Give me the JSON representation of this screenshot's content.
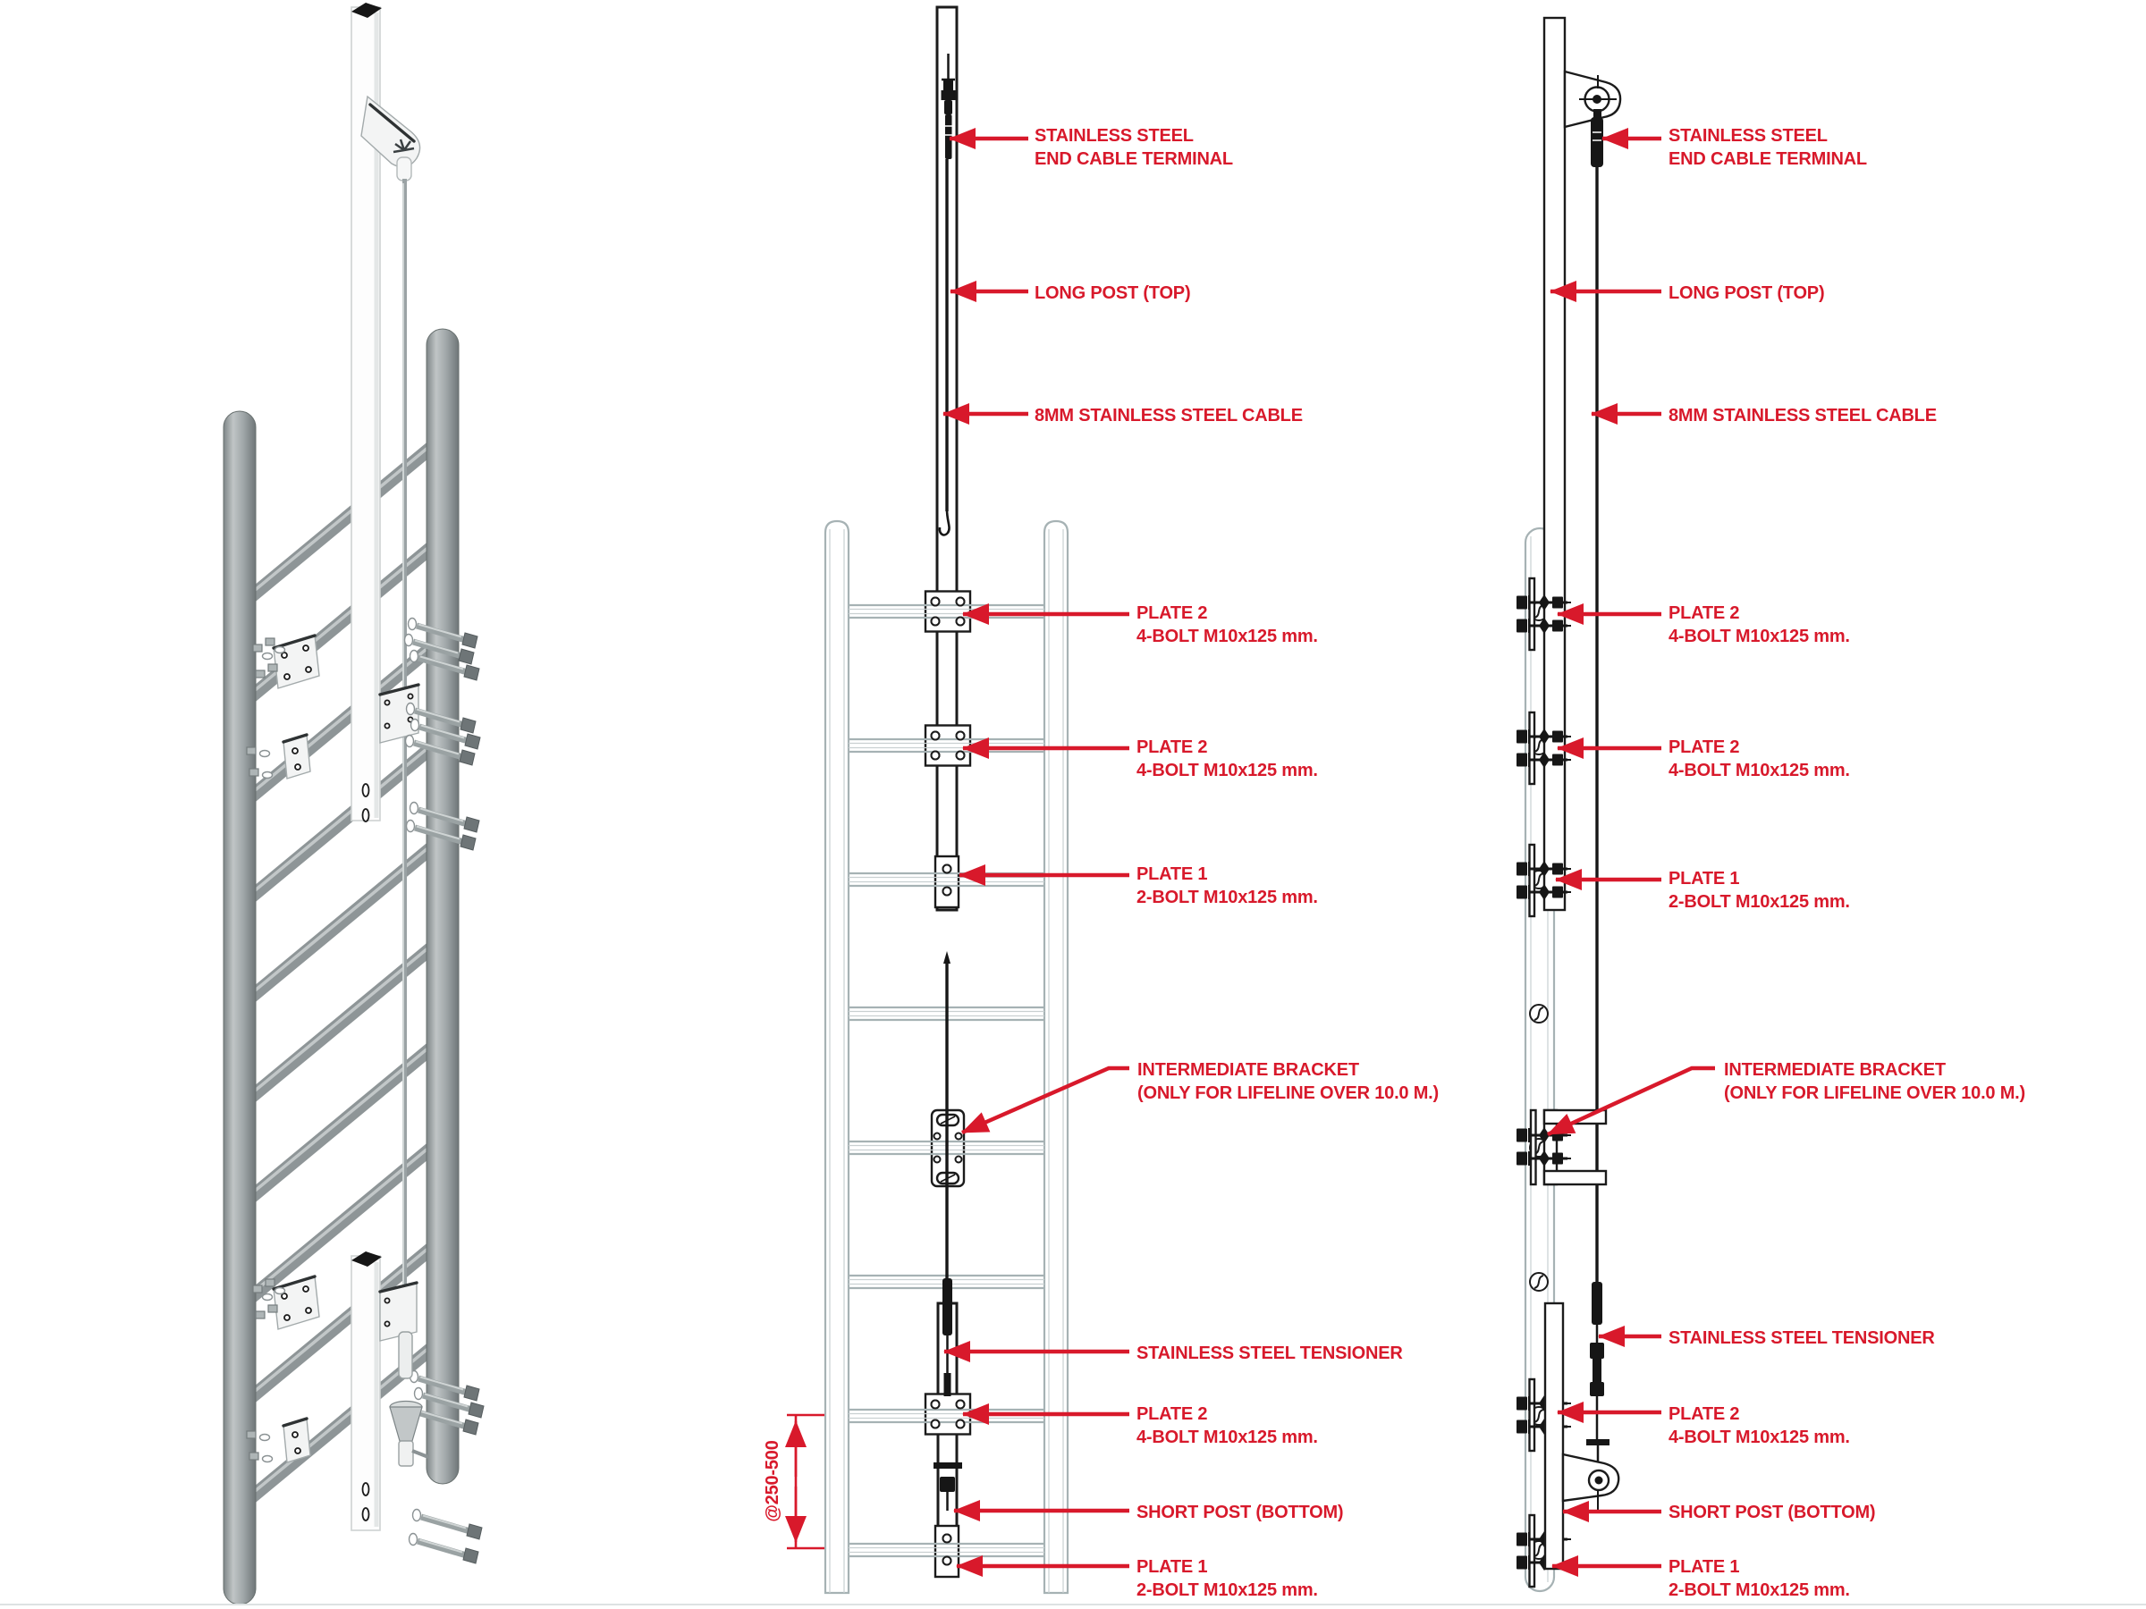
{
  "figure": {
    "type": "technical-installation-diagram",
    "views": 3
  },
  "colors": {
    "annotation_red": "#d8192b",
    "line_black": "#1b1b1b",
    "ladder_gray": "#a6b2b4",
    "iso_tube_gray": "#8e9597",
    "background": "#ffffff"
  },
  "annotations": {
    "end_cable_terminal": {
      "line1": "STAINLESS STEEL",
      "line2": "END CABLE TERMINAL"
    },
    "long_post_top": {
      "line1": "LONG POST (TOP)"
    },
    "cable_8mm": {
      "line1": "8MM STAINLESS STEEL CABLE"
    },
    "plate2_4bolt": {
      "line1": "PLATE 2",
      "line2": "4-BOLT M10x125 mm."
    },
    "plate1_2bolt": {
      "line1": "PLATE 1",
      "line2": "2-BOLT M10x125 mm."
    },
    "intermediate_bracket": {
      "line1": "INTERMEDIATE BRACKET",
      "line2": "(ONLY FOR LIFELINE OVER 10.0 M.)"
    },
    "tensioner": {
      "line1": "STAINLESS STEEL TENSIONER"
    },
    "short_post_bottom": {
      "line1": "SHORT POST (BOTTOM)"
    },
    "rung_spacing_dimension": {
      "text": "@250-500"
    }
  }
}
